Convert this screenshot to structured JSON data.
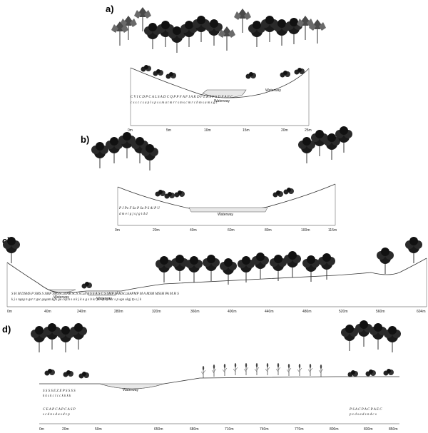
{
  "panels": [
    {
      "id": "a",
      "label": "a)",
      "waterway_labels": [
        "Waterway",
        "Waterway"
      ],
      "distance_ticks": [
        "0m",
        "5m",
        "10m",
        "15m",
        "20m",
        "25m"
      ],
      "species_codes_top": "C V I C D P C A L   S A D C   Q   P P F A F I           A K D F L K         S F S D F A F C",
      "species_codes_bottom": "c s s c c s a p l   s p s s   m   a t m r r s           m s c m r         c h m s a m s g c"
    },
    {
      "id": "b",
      "label": "b)",
      "waterway_labels": [
        "Waterway"
      ],
      "distance_ticks": [
        "0m",
        "20m",
        "40m",
        "60m",
        "80m",
        "100m",
        "115m"
      ],
      "species_codes_top": "P J   Po   F       Sa                                   P   Sa   P   S     Ai   P   U",
      "species_codes_bottom": "d m   e   i       g                                   j   s   j   g     t   d   d"
    },
    {
      "id": "c",
      "label": "c)",
      "waterway_labels": [
        "Waterway",
        "Waterway"
      ],
      "distance_ticks": [
        "0m",
        "40m",
        "240m",
        "280m",
        "320m",
        "360m",
        "400m",
        "440m",
        "480m",
        "520m",
        "560m",
        "604m"
      ],
      "species_codes_top": "S   H   M        DSMS     P  SMS   S  SMP SMSSCaSAB  SCS  SCaS   S  S  S  A  S   C  S  SMP  SAMSCaSAPMP    M     A  MSM MSSH   PA     M  H  S",
      "species_codes_bottom": "k   j   s        ngsg     n  gsr   r  gsc gsgam.kjfk ga csp.a  s  a  k  j  k   a  g  s b  kr pa sp.kj bsc   s     p  sga  skgj   tp     s  j  k"
    },
    {
      "id": "d",
      "label": "d)",
      "waterway_labels": [
        "Waterway"
      ],
      "distance_ticks": [
        "0m",
        "20m",
        "50m",
        "650m",
        "680m",
        "710m",
        "740m",
        "770m",
        "800m",
        "830m",
        "850m"
      ],
      "species_codes_upper_top": "S  S    S  S                                          E  Z  E                    P                   S    S    S  S",
      "species_codes_upper_bottom": "k  k    s  k                                          c  l  c                    c                   k    k    k  k",
      "species_codes_top": "C E A P  C A P C A S P",
      "species_codes_bottom": "s c d n s  d a s d v p",
      "species_codes_right_top": "P S A C P A    C P A E C",
      "species_codes_right_bottom": "p v d s a d    s n d c s"
    }
  ]
}
